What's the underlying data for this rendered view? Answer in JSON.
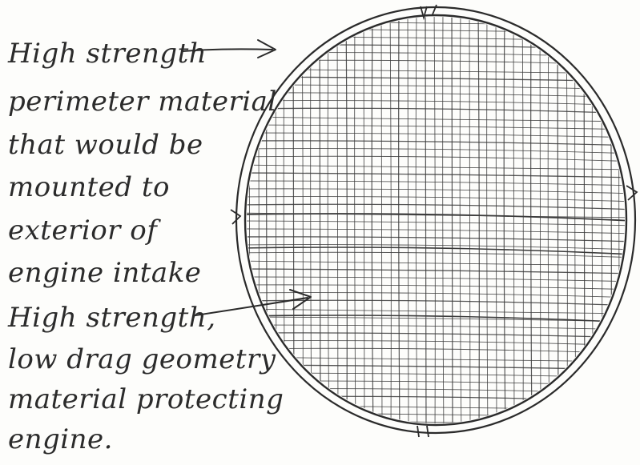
{
  "diagram": {
    "annotations": [
      {
        "id": "perimeter",
        "lines": [
          "High strength",
          "perimeter material",
          "that would be",
          "mounted to",
          "exterior of",
          "engine intake"
        ]
      },
      {
        "id": "mesh",
        "lines": [
          "High strength,",
          "low drag geometry",
          "material protecting",
          "engine."
        ]
      }
    ],
    "colors": {
      "ink": "#2b2b2b",
      "mesh": "#3a3a3a",
      "paper": "#fdfdfb"
    }
  }
}
